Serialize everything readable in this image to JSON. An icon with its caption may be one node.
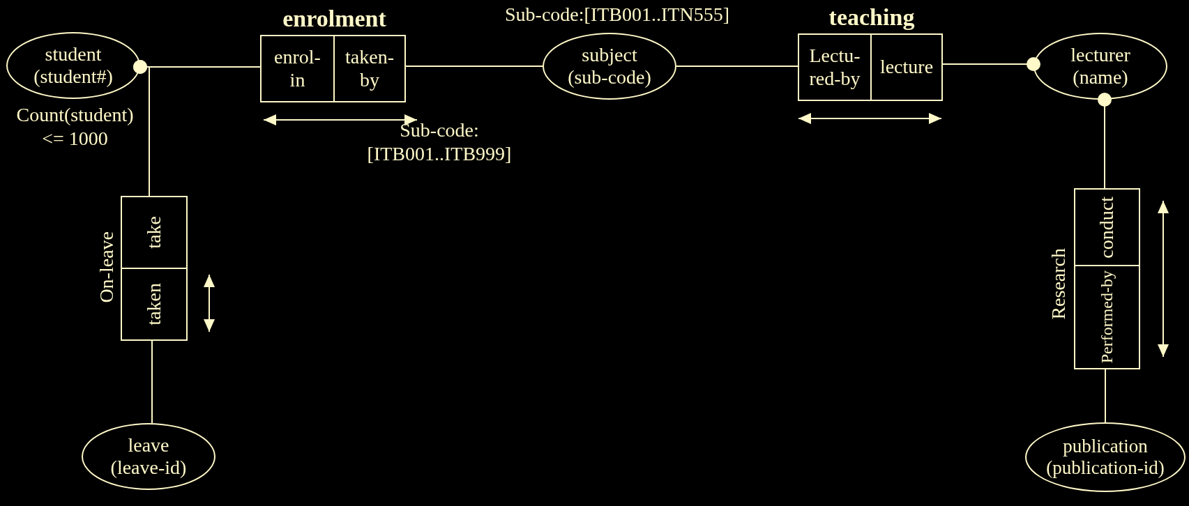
{
  "diagram": {
    "nodes": [
      {
        "text": [
          "student (student#)"
        ],
        "beside": [
          "Count(student) <= 1000"
        ]
      },
      {
        "text": [
          "enrolment"
        ]
      },
      {
        "text": [
          "enrol- in"
        ],
        "in": 1
      },
      {
        "text": [
          "taken- by"
        ],
        "in": 1
      },
      {
        "text": [
          "subject (sub-code)"
        ],
        "beside": [
          "Sub-code:[ITB001..ITN555]"
        ]
      },
      {
        "text": [
          "teaching"
        ]
      },
      {
        "text": [
          "Lectu- red-by"
        ],
        "in": 5
      },
      {
        "text": [
          "lecture"
        ],
        "in": 5
      },
      {
        "text": [
          "lecturer (name)"
        ]
      },
      {
        "text": [
          "Research"
        ]
      },
      {
        "text": [
          "conduct"
        ],
        "in": 9
      },
      {
        "text": [
          "Performed-by"
        ],
        "in": 9
      },
      {
        "text": [
          "publication (publication-id)"
        ]
      },
      {
        "text": [
          "On-leave"
        ]
      },
      {
        "text": [
          "take"
        ],
        "in": 13
      },
      {
        "text": [
          "taken"
        ],
        "in": 13
      },
      {
        "text": [
          "leave (leave-id)"
        ]
      }
    ],
    "edges": [
      {
        "from": 0,
        "to": 2,
        "arrow": "other"
      },
      {
        "from": 3,
        "to": 4,
        "arrow": "none"
      },
      {
        "from": 4,
        "to": 6,
        "arrow": "none"
      },
      {
        "from": 8,
        "to": 7,
        "arrow": "other"
      },
      {
        "from": 0,
        "to": 14,
        "arrow": "other"
      },
      {
        "from": 8,
        "to": 10,
        "arrow": "other"
      },
      {
        "from": 11,
        "to": 12,
        "arrow": "none"
      },
      {
        "from": 15,
        "to": 16,
        "arrow": "none"
      }
    ],
    "labels": [
      "Sub-code: [ITB001..ITB999]"
    ]
  }
}
